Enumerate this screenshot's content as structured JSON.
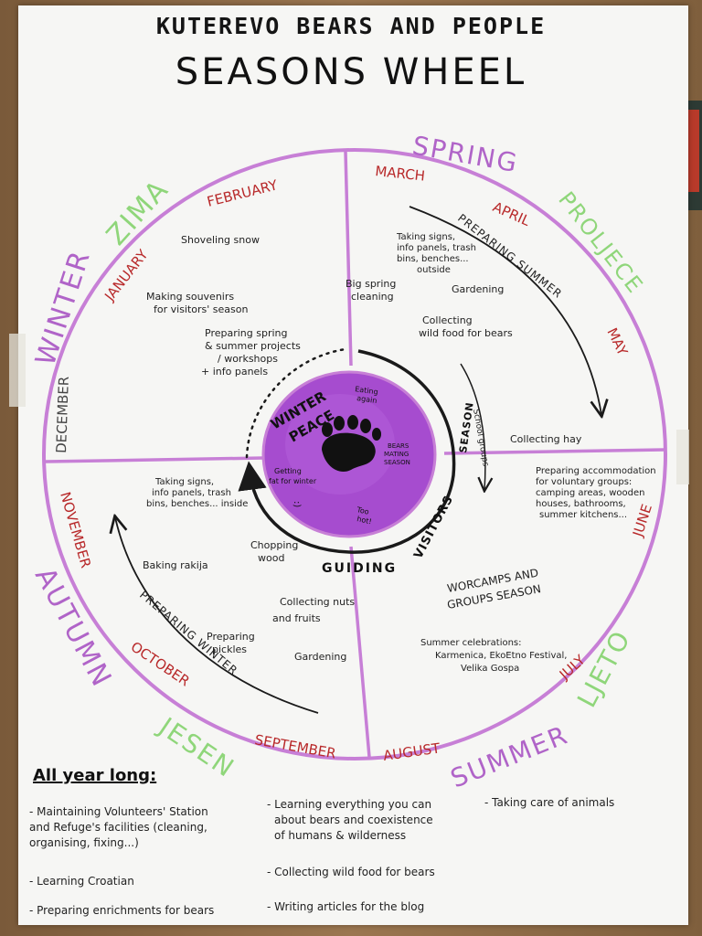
{
  "title_line1": "KUTEREVO BEARS AND PEOPLE",
  "title_line2": "SEASONS WHEEL",
  "colors": {
    "ring": "#c77fd6",
    "purple_text": "#b064c8",
    "green_text": "#8fd67a",
    "red_text": "#b8292a",
    "center_fill": "#a64ccf",
    "ink": "#1a1a1a"
  },
  "seasons": {
    "spring": "SPRING",
    "proljece": "PROLJECE",
    "winter": "WINTER",
    "zima": "ZIMA",
    "autumn": "AUTUMN",
    "jesen": "JESEN",
    "summer": "SUMMER",
    "ljeto": "LJETO"
  },
  "months": {
    "january": "JANUARY",
    "february": "FEBRUARY",
    "march": "MARCH",
    "april": "APRIL",
    "may": "MAY",
    "june": "JUNE",
    "july": "JULY",
    "august": "AUGUST",
    "september": "SEPTEMBER",
    "october": "OCTOBER",
    "november": "NOVEMBER",
    "december": "DECEMBER"
  },
  "winter_activities": {
    "shoveling": "Shoveling snow",
    "souvenirs_1": "Making souvenirs",
    "souvenirs_2": "for visitors' season",
    "preparing_1": "Preparing spring",
    "preparing_2": "& summer projects",
    "preparing_3": "/ workshops",
    "preparing_4": "+ info panels"
  },
  "spring_activities": {
    "signs_1": "Taking signs,",
    "signs_2": "info panels, trash",
    "signs_3": "bins, benches...",
    "signs_4": "outside",
    "cleaning_1": "Big spring",
    "cleaning_2": "cleaning",
    "gardening": "Gardening",
    "collecting_1": "Collecting",
    "collecting_2": "wild food for bears",
    "preparing_summer": "PREPARING SUMMER",
    "hay": "Collecting hay",
    "school_groups": "School groups"
  },
  "summer_activities": {
    "accom_1": "Preparing accommodation",
    "accom_2": "for voluntary groups:",
    "accom_3": "camping areas, wooden",
    "accom_4": "houses, bathrooms,",
    "accom_5": "summer kitchens...",
    "worcamps_1": "WORCAMPS AND",
    "worcamps_2": "GROUPS SEASON",
    "celeb_1": "Summer celebrations:",
    "celeb_2": "Karmenica, EkoEtno Festival,",
    "celeb_3": "Velika Gospa"
  },
  "autumn_activities": {
    "signs_1": "Taking signs,",
    "signs_2": "info panels, trash",
    "signs_3": "bins, benches... inside",
    "chopping_1": "Chopping",
    "chopping_2": "wood",
    "rakija": "Baking rakija",
    "nuts_1": "Collecting nuts",
    "nuts_2": "and fruits",
    "pickles_1": "Preparing",
    "pickles_2": "pickles",
    "gardening": "Gardening",
    "preparing_winter": "PREPARING WINTER"
  },
  "center": {
    "winter_peace_1": "WINTER",
    "winter_peace_2": "PEACE",
    "eating_1": "Eating",
    "eating_2": "again",
    "mating_1": "BEARS",
    "mating_2": "MATING",
    "mating_3": "SEASON",
    "too_hot_1": "Too",
    "too_hot_2": "hot!",
    "fat_1": "Getting",
    "fat_2": "fat for winter",
    "smiley": ":)",
    "guiding": "GUIDING",
    "visitors": "VISITORS",
    "season": "SEASON"
  },
  "all_year": {
    "title": "All year long:",
    "col1_item1_l1": "- Maintaining Volunteers' Station",
    "col1_item1_l2": "and Refuge's facilities (cleaning,",
    "col1_item1_l3": "organising, fixing...)",
    "col1_item2": "- Learning Croatian",
    "col1_item3": "- Preparing enrichments for bears",
    "col2_item1_l1": "- Learning everything you can",
    "col2_item1_l2": "about bears and coexistence",
    "col2_item1_l3": "of humans & wilderness",
    "col2_item2": "- Collecting wild food for bears",
    "col2_item3": "- Writing articles for the blog",
    "col3_item1": "- Taking care of animals"
  }
}
